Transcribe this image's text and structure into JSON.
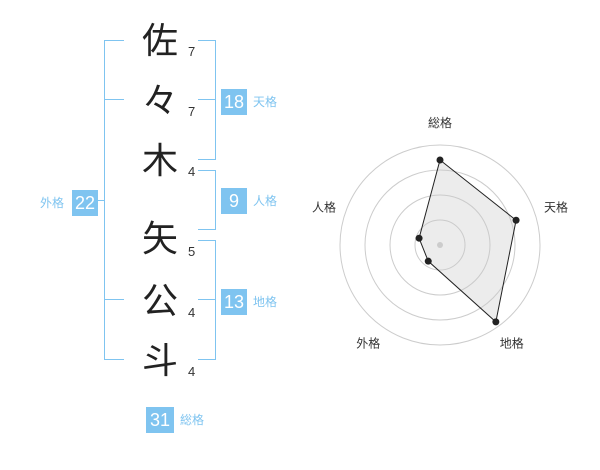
{
  "name_chars": [
    "佐",
    "々",
    "木",
    "矢",
    "公",
    "斗"
  ],
  "stroke_counts": [
    7,
    7,
    4,
    5,
    4,
    4
  ],
  "tenkaku": {
    "label": "天格",
    "value": 18
  },
  "jinkaku": {
    "label": "人格",
    "value": 9
  },
  "chikaku": {
    "label": "地格",
    "value": 13
  },
  "gaikaku": {
    "label": "外格",
    "value": 22
  },
  "soukaku": {
    "label": "総格",
    "value": 31
  },
  "colors": {
    "accent": "#7fc4f0",
    "text": "#222222"
  },
  "chart_data": {
    "type": "radar",
    "axes": [
      "総格",
      "天格",
      "地格",
      "外格",
      "人格"
    ],
    "values": [
      0.85,
      0.8,
      0.95,
      0.2,
      0.22
    ],
    "rings": 4
  }
}
